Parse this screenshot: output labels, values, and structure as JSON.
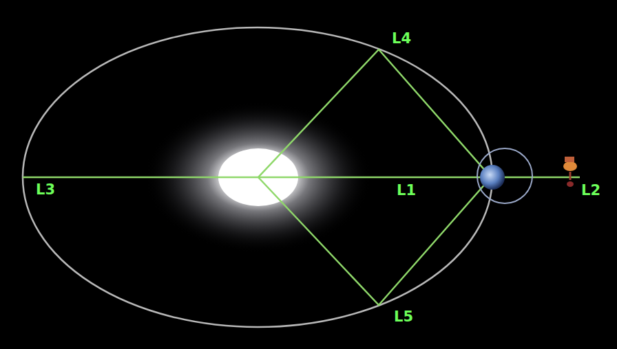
{
  "diagram": {
    "labels": [
      "L4",
      "L3",
      "L1",
      "L2",
      "L5"
    ]
  }
}
